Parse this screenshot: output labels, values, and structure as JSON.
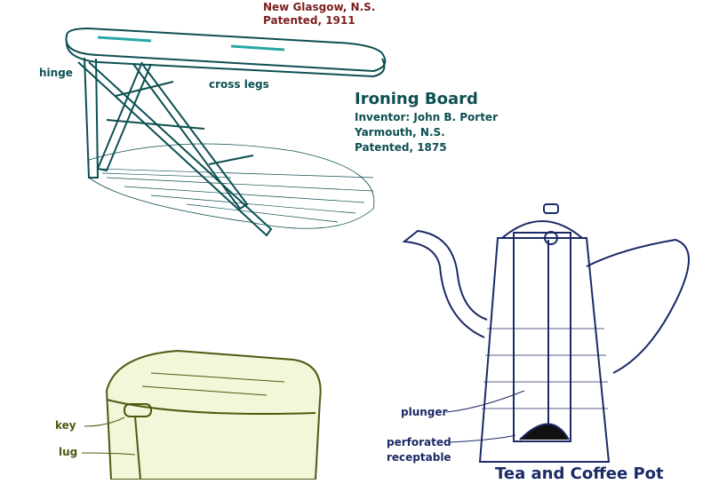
{
  "top_caption": {
    "location": "New Glasgow, N.S.",
    "patented": "Patented, 1911",
    "color": "#7a1e1e"
  },
  "ironing_board": {
    "title": "Ironing Board",
    "inventor": "Inventor: John B. Porter",
    "location": "Yarmouth,  N.S.",
    "patented": "Patented, 1875",
    "labels": {
      "hinge": "hinge",
      "cross_legs": "cross legs"
    },
    "color": "#0d4f52",
    "accent": "#2aa6a6"
  },
  "tin": {
    "labels": {
      "key": "key",
      "lug": "lug"
    },
    "color": "#4d5a12",
    "fill": "#f3f6d8"
  },
  "pot": {
    "title": "Tea and Coffee Pot",
    "labels": {
      "plunger": "plunger",
      "perforated": "perforated",
      "receptable": "receptable"
    },
    "color": "#1c2a66"
  }
}
